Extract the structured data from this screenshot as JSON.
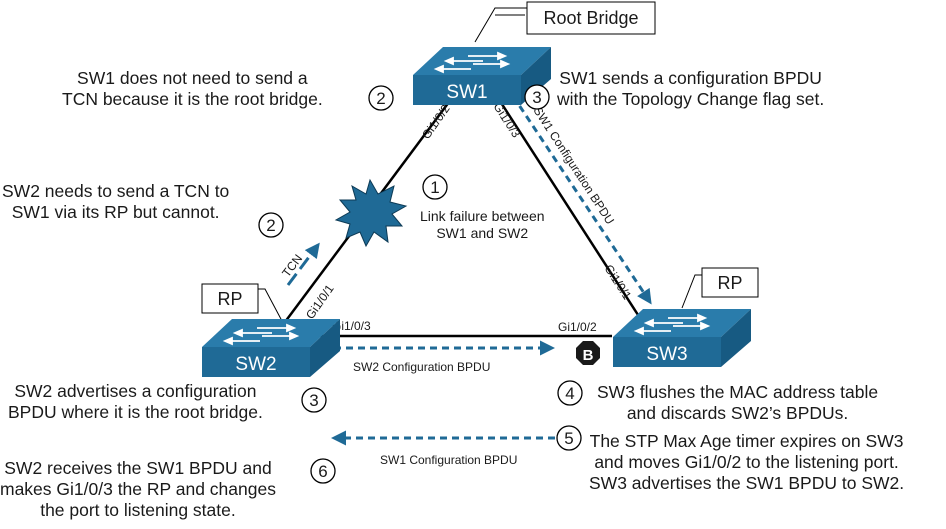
{
  "colors": {
    "switch_front": "#1f6a96",
    "switch_top": "#2a7cab",
    "switch_side": "#175a82",
    "dashed_arrow": "#1f6a96",
    "link": "#000000",
    "blocked_badge": "#1a1a1a"
  },
  "switches": {
    "sw1": "SW1",
    "sw2": "SW2",
    "sw3": "SW3"
  },
  "callouts": {
    "root_bridge": "Root Bridge",
    "sw2_rp": "RP",
    "sw3_rp": "RP"
  },
  "ports": {
    "sw1_to_sw2": "Gi1/0/2",
    "sw1_to_sw3": "Gi1/0/3",
    "sw2_to_sw1": "Gi1/0/1",
    "sw2_to_sw3": "Gi1/0/3",
    "sw3_to_sw1": "Gi1/0/1",
    "sw3_to_sw2": "Gi1/0/2"
  },
  "flows": {
    "tcn": "TCN",
    "sw1_to_sw3_bpdu": "SW1 Configuration BPDU",
    "sw2_to_sw3_bpdu": "SW2 Configuration BPDU",
    "sw3_to_sw2_bpdu": "SW1 Configuration BPDU"
  },
  "blocked_badge": "B",
  "steps": [
    {
      "num": "1",
      "lines": [
        "Link failure between",
        "SW1 and SW2"
      ]
    },
    {
      "num": "2",
      "lines": [
        "SW1 does not need to send a",
        "TCN because it is the root bridge."
      ]
    },
    {
      "num": "2",
      "lines": [
        "SW2 needs to send a TCN to",
        "SW1 via its RP but cannot."
      ]
    },
    {
      "num": "3",
      "lines": [
        "SW1 sends a configuration BPDU",
        "with the Topology Change flag set."
      ]
    },
    {
      "num": "3",
      "lines": [
        "SW2 advertises a configuration",
        "BPDU where it is the root bridge."
      ]
    },
    {
      "num": "4",
      "lines": [
        "SW3 flushes the MAC address table",
        "and discards SW2’s BPDUs."
      ]
    },
    {
      "num": "5",
      "lines": [
        "The STP Max Age timer expires on SW3",
        "and moves Gi1/0/2 to the listening port.",
        "SW3 advertises the SW1 BPDU to SW2."
      ]
    },
    {
      "num": "6",
      "lines": [
        "SW2 receives the SW1 BPDU and",
        "makes Gi1/0/3 the RP and changes",
        "the port to listening state."
      ]
    }
  ]
}
